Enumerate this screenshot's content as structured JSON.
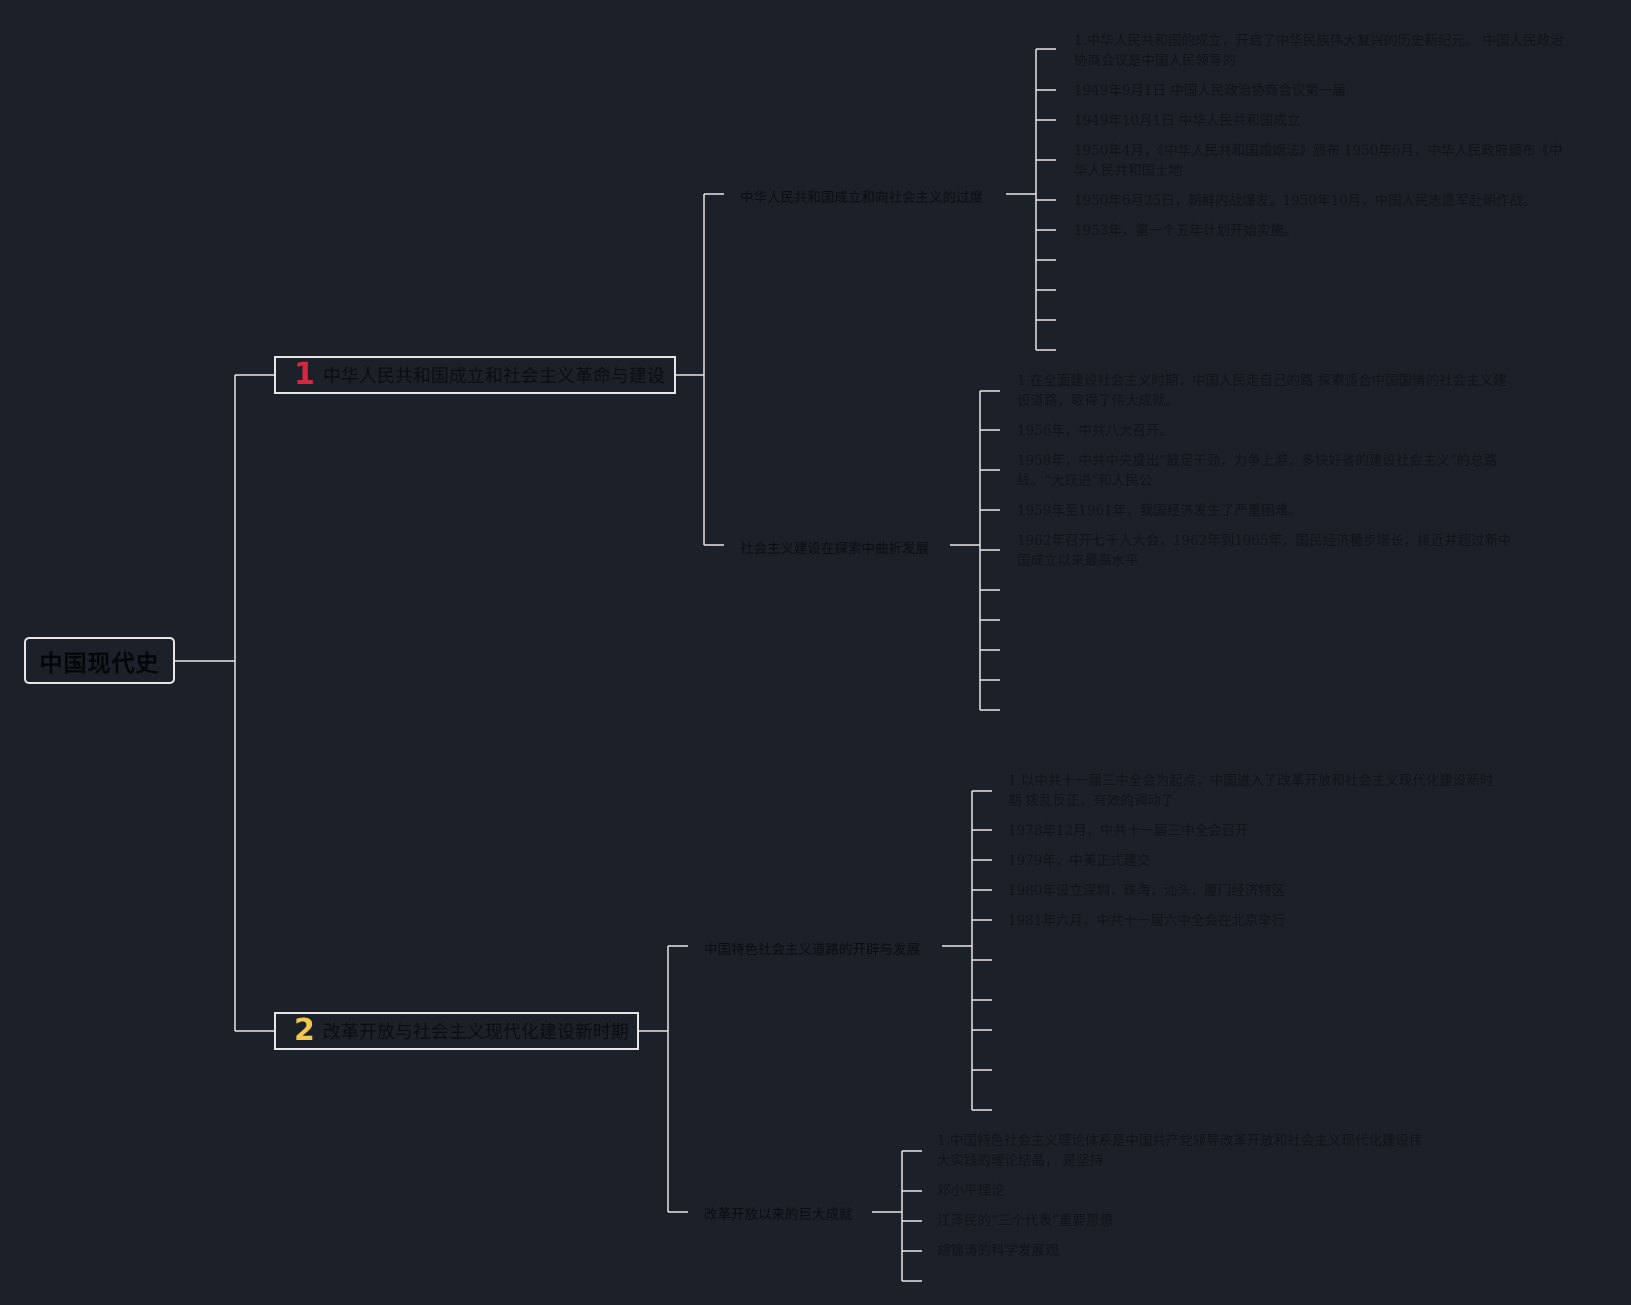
{
  "colors": {
    "background": "#1c2029",
    "connector": "#e6e6e6",
    "text": "#0b0d12",
    "num_1": "#d7263d",
    "num_2": "#f2c94c"
  },
  "root": {
    "label": "中国现代史"
  },
  "branches": [
    {
      "num": "1",
      "label": "中华人民共和国成立和社会主义革命与建设",
      "subs": [
        {
          "label": "中华人民共和国成立和向社会主义的过度",
          "leaves": [
            "1.中华人民共和国的成立，开启了中华民族伟大复兴的历史新纪元。 中国人民政治协商会议是中国人民领导的",
            "1949年9月1日 中国人民政治协商会议第一届",
            "1949年10月1日 中华人民共和国成立",
            "1950年4月，《中华人民共和国婚姻法》颁布 1950年6月，中华人民政府颁布《中华人民共和国土地",
            "1950年6月25日，朝鲜内战爆发。1950年10月，中国人民志愿军赴朝作战。",
            "1953年，第一个五年计划开始实施。",
            "",
            "",
            "",
            ""
          ]
        },
        {
          "label": "社会主义建设在探索中曲折发展",
          "leaves": [
            "1.在全面建设社会主义时期，中国人民走自己的路 探索适合中国国情的社会主义建设道路，取得了伟大成就。",
            "1956年，中共八大召开。",
            "1958年，中共中央提出“鼓足干劲，力争上游，多快好省的建设社会主义”的总路线。“大跃进”和人民公",
            "1959年至1961年，我国经济发生了严重困难。",
            "1962年召开七千人大会，1962年到1965年，国民经济稳步增长，接近并超过新中国成立以来最高水平",
            "",
            "",
            "",
            "",
            ""
          ]
        }
      ]
    },
    {
      "num": "2",
      "label": "改革开放与社会主义现代化建设新时期",
      "subs": [
        {
          "label": "中国特色社会主义道路的开辟与发展",
          "leaves": [
            "1.以中共十一届三中全会为起点，中国进入了改革开放和社会主义现代化建设新时期 拨乱反正，有效的调动了",
            "1978年12月，中共十一届三中全会召开",
            "1979年，中美正式建交",
            "1980年设立深圳，珠海，汕头，厦门经济特区",
            "1981年六月，中共十一届六中全会在北京举行",
            "",
            "",
            "",
            "",
            ""
          ]
        },
        {
          "label": "改革开放以来的巨大成就",
          "leaves": [
            "1.中国特色社会主义理论体系是中国共产党领导改革开放和社会主义现代化建设伟大实践的理论结晶， 是坚持",
            "邓小平理论",
            "江泽民的“三个代表”重要思想",
            "胡锦涛的科学发展观",
            ""
          ]
        }
      ]
    }
  ]
}
